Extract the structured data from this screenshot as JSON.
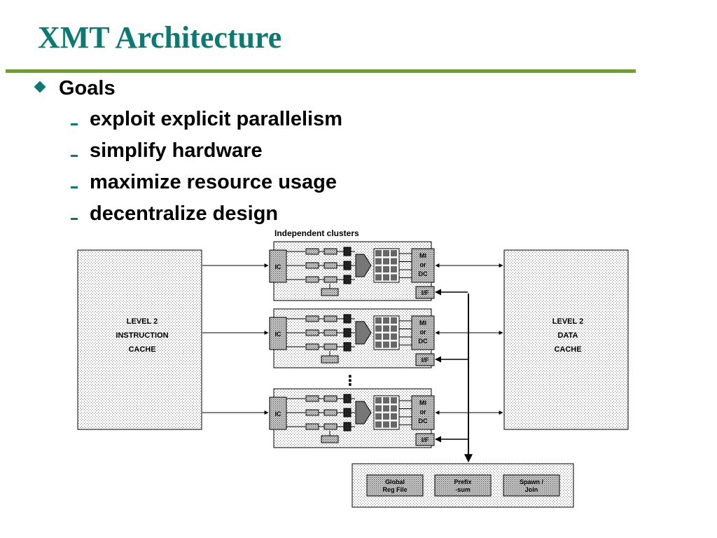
{
  "slide": {
    "title": "XMT Architecture",
    "bullets": [
      {
        "text": "Goals",
        "subitems": [
          "exploit explicit parallelism",
          "simplify hardware",
          "maximize resource usage",
          "decentralize design"
        ]
      }
    ]
  },
  "diagram": {
    "clusters_label": "Independent clusters",
    "l2_instruction": [
      "LEVEL 2",
      "INSTRUCTION",
      "CACHE"
    ],
    "l2_data": [
      "LEVEL 2",
      "DATA",
      "CACHE"
    ],
    "cluster_ic_label": "IC",
    "cluster_mi_label": [
      "MI",
      "or",
      "DC"
    ],
    "cluster_if_label": "I/F",
    "ellipsis": "⋮",
    "global_units": [
      [
        "Global",
        "Reg File"
      ],
      [
        "Prefix",
        "-sum"
      ],
      [
        "Spawn /",
        "Join"
      ]
    ],
    "colors": {
      "title": "#0a7a72",
      "rule": "#6aa31c",
      "bullet": "#0a7a72"
    }
  }
}
